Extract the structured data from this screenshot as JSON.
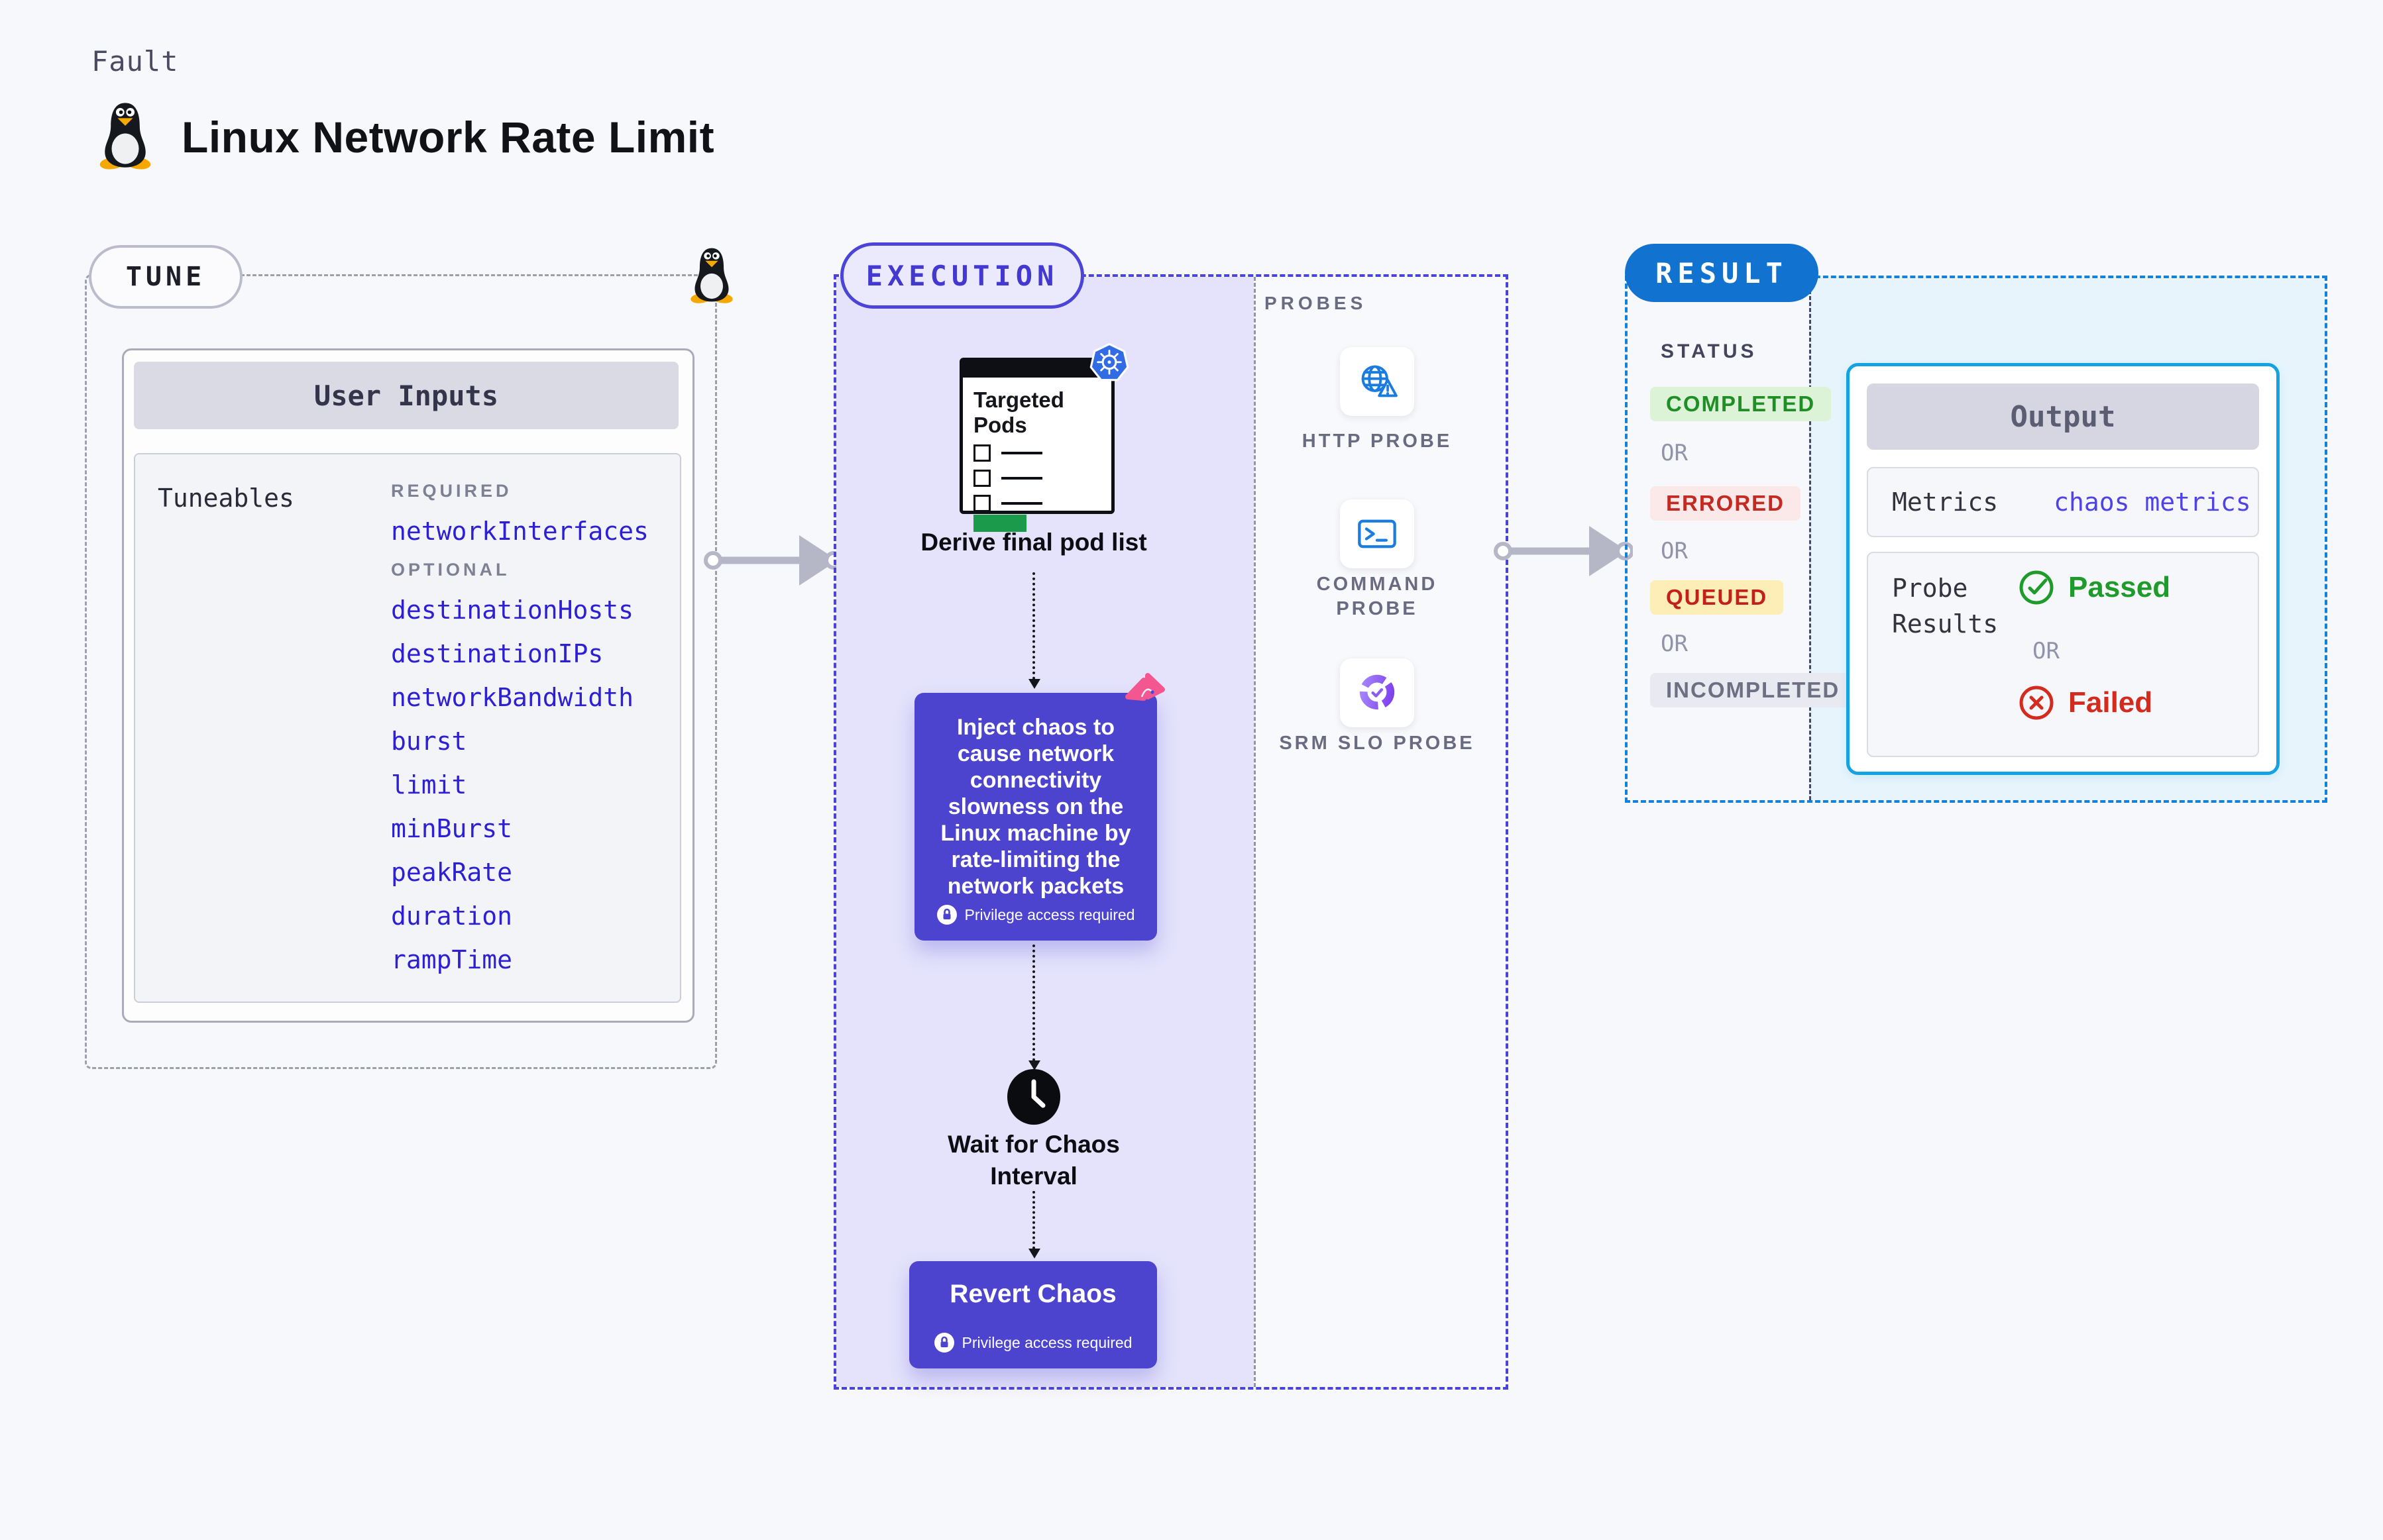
{
  "page": {
    "kind_label": "Fault",
    "title": "Linux Network Rate Limit"
  },
  "colors": {
    "accent_indigo": "#4a44d8",
    "purple_box": "#4c43cf",
    "param_blue": "#2c1fd4",
    "result_blue": "#1172cf",
    "output_border": "#15a2e0",
    "passed_green": "#1f9b2c",
    "failed_red": "#d32b1e",
    "k8s_blue": "#326ce5",
    "litmus_pink": "#f4578f"
  },
  "tune": {
    "label": "TUNE",
    "user_inputs": {
      "title": "User Inputs",
      "group_label": "Tuneables",
      "required_label": "REQUIRED",
      "required_items": [
        "networkInterfaces"
      ],
      "optional_label": "OPTIONAL",
      "optional_items": [
        "destinationHosts",
        "destinationIPs",
        "networkBandwidth",
        "burst",
        "limit",
        "minBurst",
        "peakRate",
        "duration",
        "rampTime"
      ]
    }
  },
  "execution": {
    "label": "EXECUTION",
    "targeted_pods_title": "Targeted Pods",
    "derive_caption": "Derive final pod list",
    "inject_text": "Inject chaos to cause network connectivity slowness on the Linux machine by rate-limiting the network packets",
    "privilege_note": "Privilege access required",
    "wait_caption": "Wait for Chaos Interval",
    "revert_label": "Revert Chaos"
  },
  "probes": {
    "label": "PROBES",
    "items": [
      {
        "name": "HTTP PROBE",
        "icon": "http-probe-icon"
      },
      {
        "name": "COMMAND PROBE",
        "icon": "command-probe-icon"
      },
      {
        "name": "SRM SLO PROBE",
        "icon": "srm-slo-probe-icon"
      }
    ]
  },
  "result": {
    "label": "RESULT",
    "status": {
      "label": "STATUS",
      "or_label": "OR",
      "badges": [
        {
          "text": "COMPLETED",
          "bg": "#ddf3d8",
          "fg": "#1d8f25"
        },
        {
          "text": "ERRORED",
          "bg": "#fbe9e9",
          "fg": "#c32a21"
        },
        {
          "text": "QUEUED",
          "bg": "#fdeeb8",
          "fg": "#c4201a"
        },
        {
          "text": "INCOMPLETED",
          "bg": "#e9eaf1",
          "fg": "#6d7082"
        }
      ]
    },
    "output": {
      "title": "Output",
      "metrics_label": "Metrics",
      "metrics_value": "chaos metrics",
      "probe_results_label": "Probe Results",
      "passed_label": "Passed",
      "or_label": "OR",
      "failed_label": "Failed"
    }
  }
}
